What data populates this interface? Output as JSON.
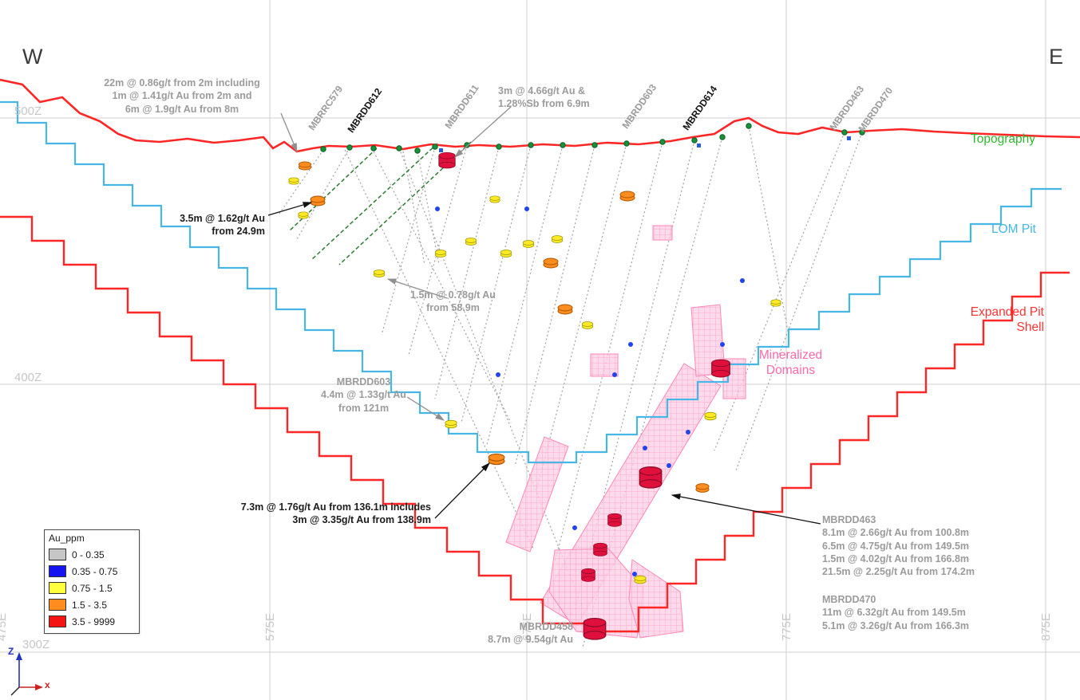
{
  "section": {
    "west_label": "W",
    "east_label": "E"
  },
  "grid": {
    "elev_500": "500Z",
    "elev_400": "400Z",
    "elev_300": "300Z",
    "east_475": "475E",
    "east_575": "575E",
    "east_675": "675E",
    "east_775": "775E",
    "east_875": "875E"
  },
  "drillholes": {
    "h579": "MBRRC579",
    "h612": "MBRDD612",
    "h611": "MBRDD611",
    "h603": "MBRDD603",
    "h614": "MBRDD614",
    "h463": "MBRDD463",
    "h470": "MBRDD470"
  },
  "annotations": {
    "topleft": "22m @ 0.86g/t from 2m including\n1m @ 1.41g/t Au from 2m and\n6m @ 1.9g/t Au from 8m",
    "sb_note": "3m @ 4.66g/t Au &\n1.28%Sb from 6.9m",
    "a162": "3.5m @ 1.62g/t Au\nfrom 24.9m",
    "a078": "1.5m @ 0.78g/t Au\nfrom 58.9m",
    "a603": "MBRDD603\n4.4m @ 1.33g/t Au\nfrom 121m",
    "a176": "7.3m @ 1.76g/t Au from 136.1m includes\n3m @ 3.35g/t Au from 138.9m",
    "a463": "MBRDD463\n8.1m @ 2.66g/t Au from 100.8m\n6.5m @ 4.75g/t Au from 149.5m\n1.5m @ 4.02g/t Au from 166.8m\n21.5m @ 2.25g/t Au from 174.2m",
    "a470": "MBRDD470\n11m @ 6.32g/t Au from 149.5m\n5.1m @ 3.26g/t Au from 166.3m",
    "a458": "MBRDD458\n8.7m @ 9.54g/t Au"
  },
  "line_labels": {
    "topography": "Topography",
    "lom_pit": "LOM Pit",
    "expanded_pit": "Expanded Pit\nShell",
    "mineralized": "Mineralized\nDomains"
  },
  "au_legend": {
    "title": "Au_ppm",
    "entries": [
      {
        "color": "#c6c6c6",
        "label": "0  -  0.35"
      },
      {
        "color": "#1414f0",
        "label": "0.35 - 0.75"
      },
      {
        "color": "#ffff3d",
        "label": "0.75 - 1.5"
      },
      {
        "color": "#ff8c1e",
        "label": "1.5 - 3.5"
      },
      {
        "color": "#f51414",
        "label": "3.5 - 9999"
      }
    ]
  },
  "axis_triad": {
    "z": "Z",
    "x": "x"
  },
  "colors": {
    "topography_line": "#ff2626",
    "lom_pit_line": "#45b6e6",
    "expanded_pit_line": "#ff2626",
    "mineralized_fill": "#ff8fbe",
    "topography_label": "#2db82d",
    "lom_pit_label": "#45b6e6",
    "expanded_pit_label": "#ff3333",
    "mineralized_label": "#ff6aa8",
    "annotation_gray": "#9b9b9b"
  }
}
